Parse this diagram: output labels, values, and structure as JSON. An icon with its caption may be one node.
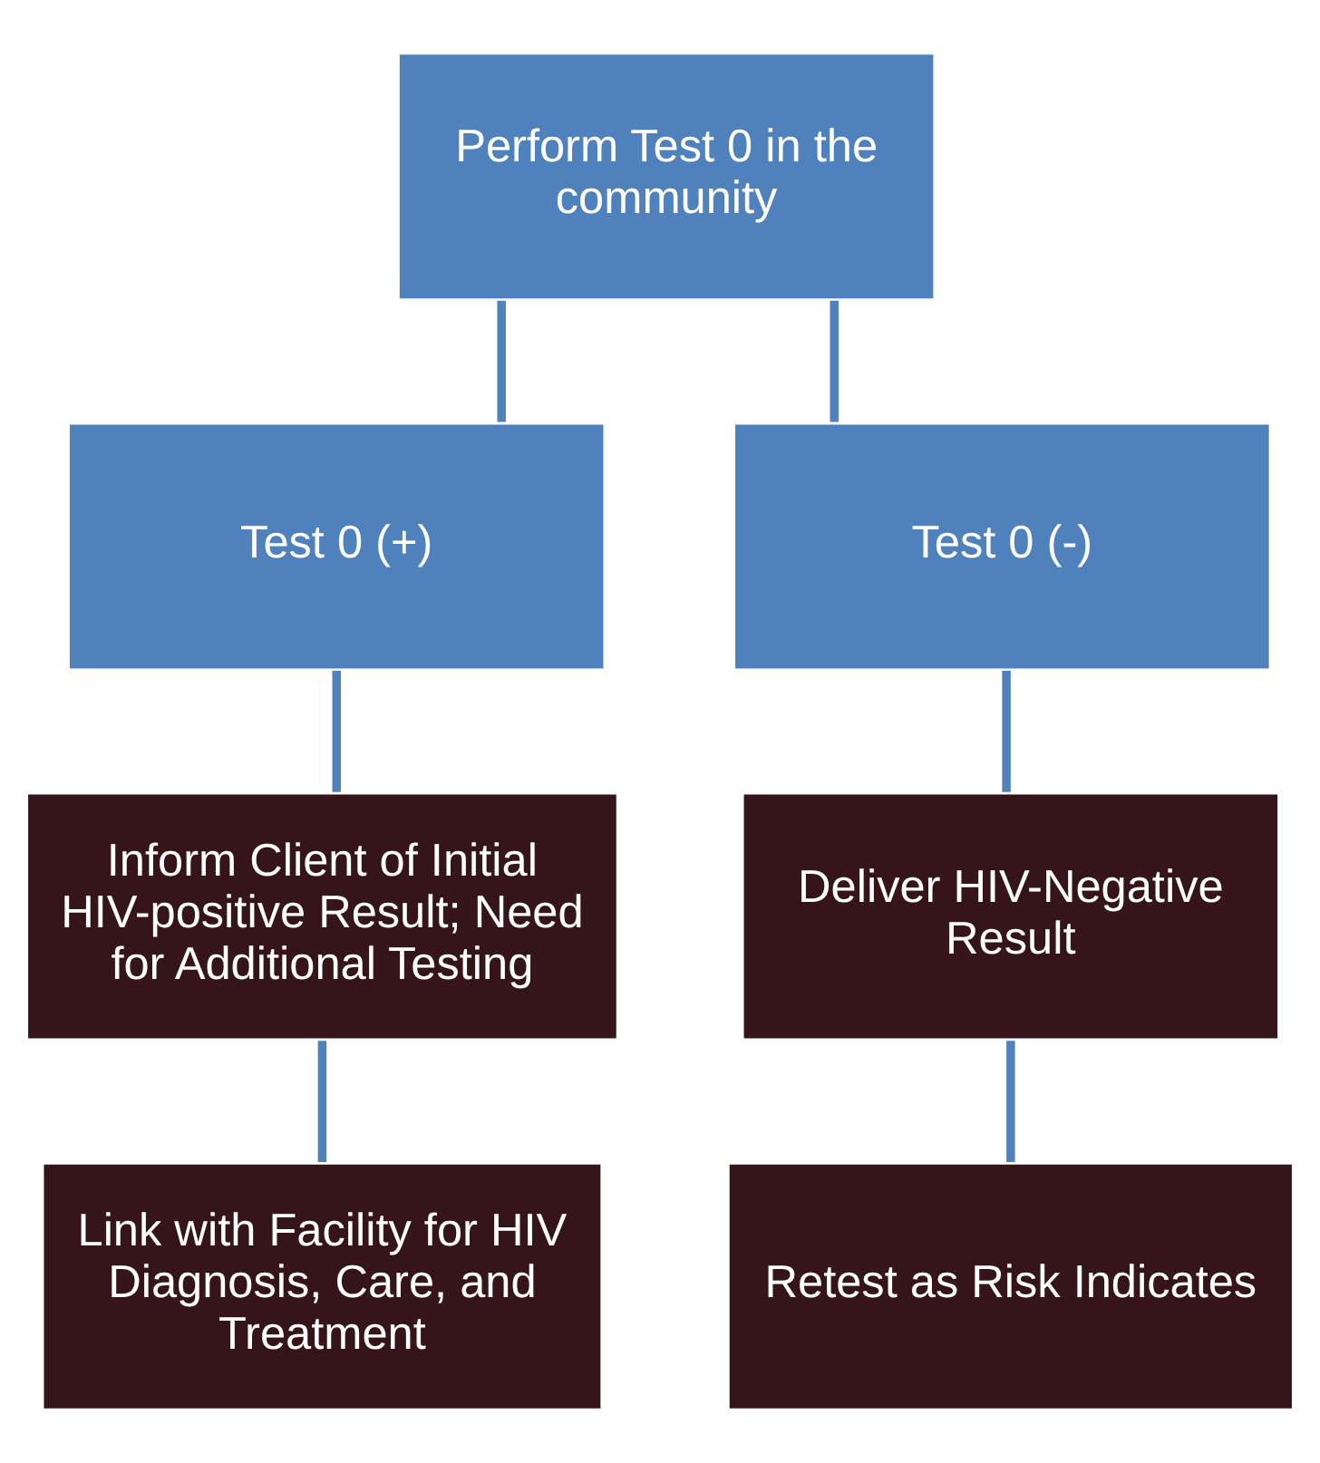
{
  "diagram": {
    "nodes": [
      {
        "text": [
          "Perform Test 0 in the community"
        ]
      },
      {
        "text": [
          "Test 0 (+)"
        ]
      },
      {
        "text": [
          "Test 0 (-)"
        ]
      },
      {
        "text": [
          "Inform Client of Initial HIV-positive Result; Need for Additional Testing"
        ]
      },
      {
        "text": [
          "Deliver HIV-Negative Result"
        ]
      },
      {
        "text": [
          "Link with Facility for HIV Diagnosis, Care, and Treatment"
        ]
      },
      {
        "text": [
          "Retest as Risk Indicates"
        ]
      }
    ],
    "edges": [
      {
        "from": 0,
        "to": 1,
        "arrow": "none"
      },
      {
        "from": 0,
        "to": 2,
        "arrow": "none"
      },
      {
        "from": 1,
        "to": 3,
        "arrow": "none"
      },
      {
        "from": 2,
        "to": 4,
        "arrow": "none"
      },
      {
        "from": 3,
        "to": 5,
        "arrow": "none"
      },
      {
        "from": 4,
        "to": 6,
        "arrow": "none"
      }
    ]
  }
}
